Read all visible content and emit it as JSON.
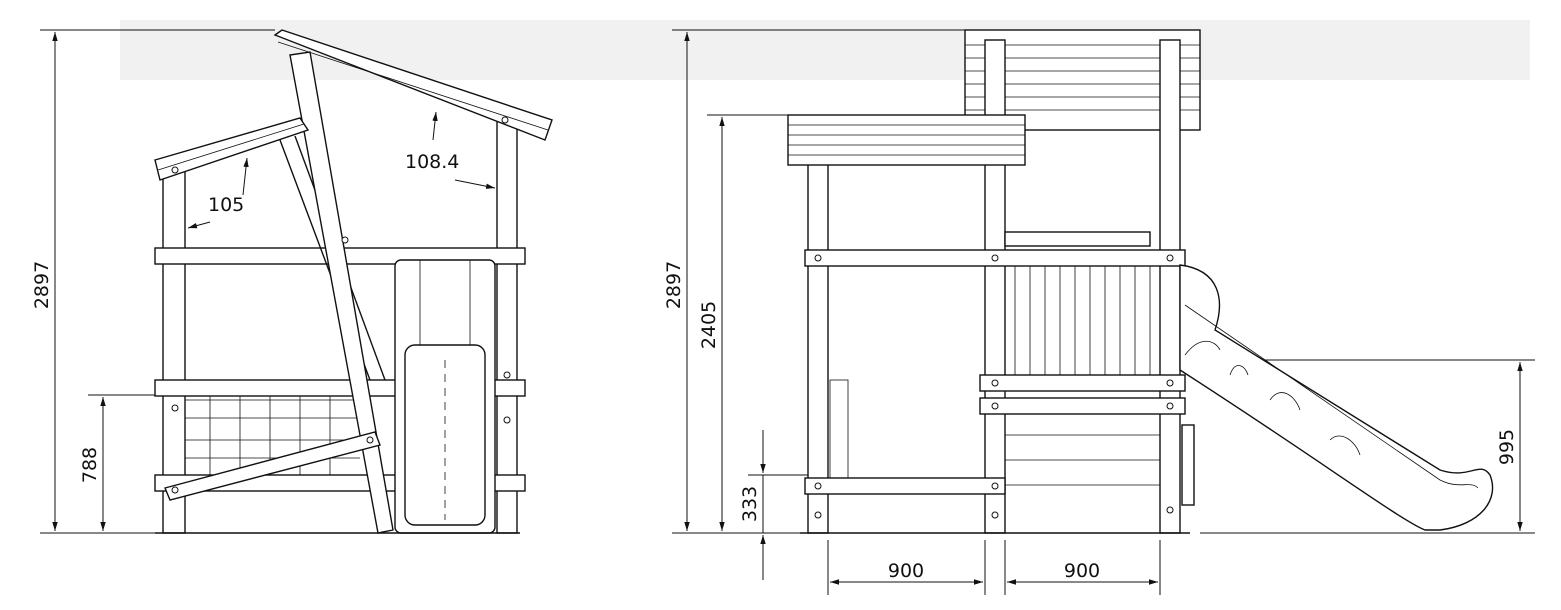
{
  "side_view": {
    "total_height": "2897",
    "roof_angle_left": "105",
    "roof_angle_right": "108.4",
    "platform_height": "788"
  },
  "front_view": {
    "total_height": "2897",
    "lower_roof_height": "2405",
    "step_height": "333",
    "slide_exit_height": "995",
    "width_left": "900",
    "width_right": "900"
  }
}
